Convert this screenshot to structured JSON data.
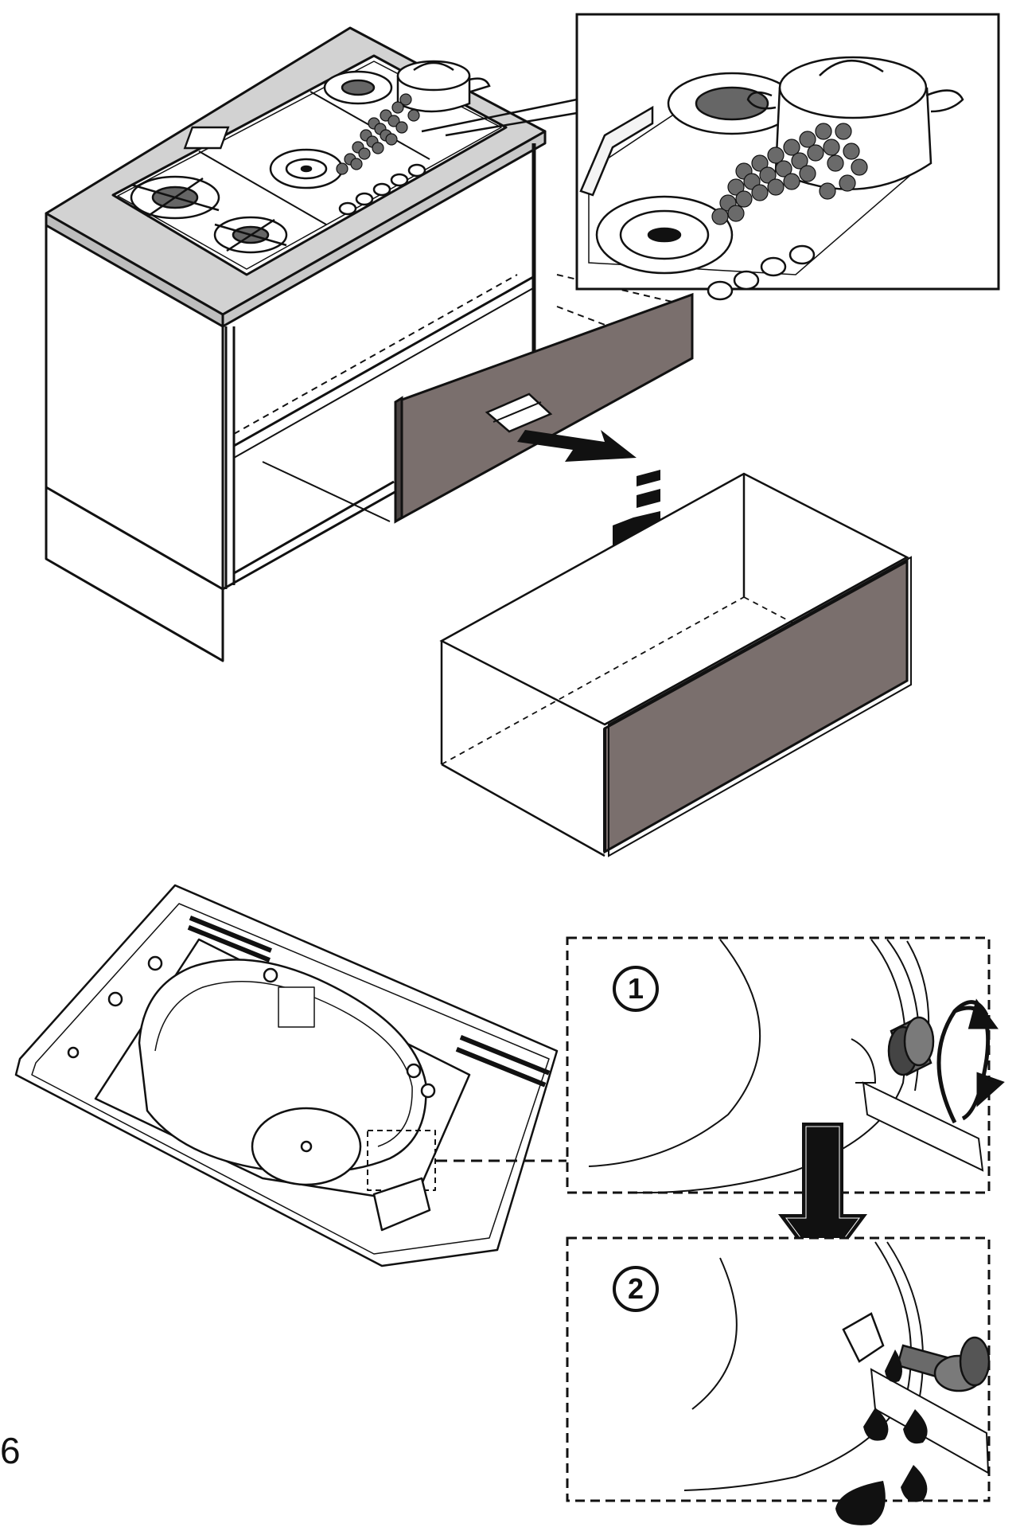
{
  "steps": [
    {
      "label": "1"
    },
    {
      "label": "2"
    }
  ],
  "page_number": "6",
  "colors": {
    "line": "#111111",
    "panel_fill": "#7a6f6d",
    "countertop": "#d2d2d2",
    "debris": "#666666"
  },
  "icons": {
    "drawer_arrow": "arrow-down-right-icon",
    "drop_arrow": "arrow-down-icon",
    "rotate_arrow": "rotate-icon",
    "step_arrow": "arrow-down-icon",
    "liquid": "drop-icon"
  }
}
